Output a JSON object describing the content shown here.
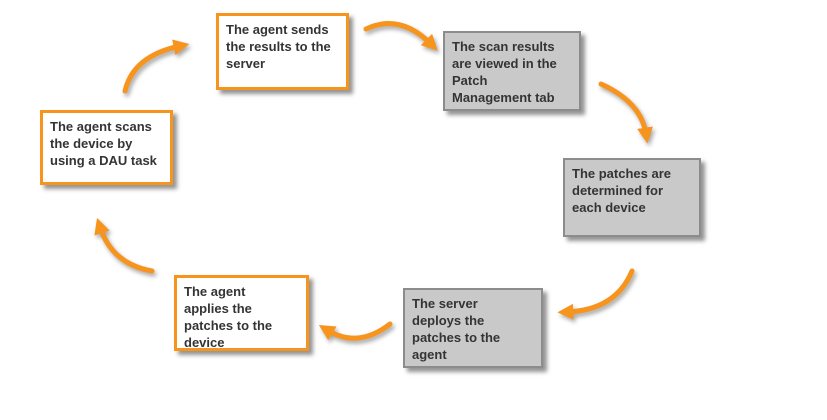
{
  "diagram": {
    "name": "patch-management-cycle",
    "colors": {
      "accent_orange": "#F7941D",
      "gray_box_fill": "#C9C9C9",
      "gray_box_border": "#8C8C8C",
      "text": "#343434"
    },
    "steps": [
      {
        "id": "agent-scans",
        "style": "orange",
        "text": "The agent scans\nthe device by\nusing a DAU task"
      },
      {
        "id": "agent-sends",
        "style": "orange",
        "text": "The agent sends\nthe results to the\nserver"
      },
      {
        "id": "scan-results-viewed",
        "style": "gray",
        "text": "The scan results\nare viewed in the\nPatch\nManagement tab"
      },
      {
        "id": "patches-determined",
        "style": "gray",
        "text": "The patches are\ndetermined for\neach device"
      },
      {
        "id": "server-deploys",
        "style": "gray",
        "text": "The server\ndeploys the\npatches to the\nagent"
      },
      {
        "id": "agent-applies",
        "style": "orange",
        "text": "The agent\napplies the\npatches to the\ndevice"
      }
    ]
  }
}
